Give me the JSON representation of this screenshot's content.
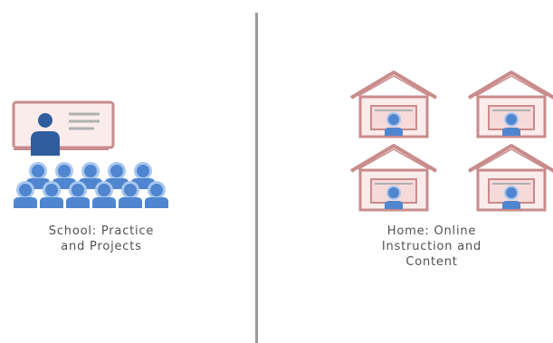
{
  "school": {
    "caption_line1": "School: Practice",
    "caption_line2": "and Projects",
    "icon": "classroom-icon"
  },
  "home": {
    "caption_line1": "Home: Online",
    "caption_line2": "Instruction and",
    "caption_line3": "Content",
    "icon": "house-icon"
  },
  "colors": {
    "outline": "#c98b8b",
    "board_fill": "#fbecec",
    "board_lines": "#b0b0b0",
    "teacher": "#2f5d9e",
    "student": "#4f86cf",
    "student_light": "#a9c7ee",
    "divider": "#9a9a9a"
  }
}
